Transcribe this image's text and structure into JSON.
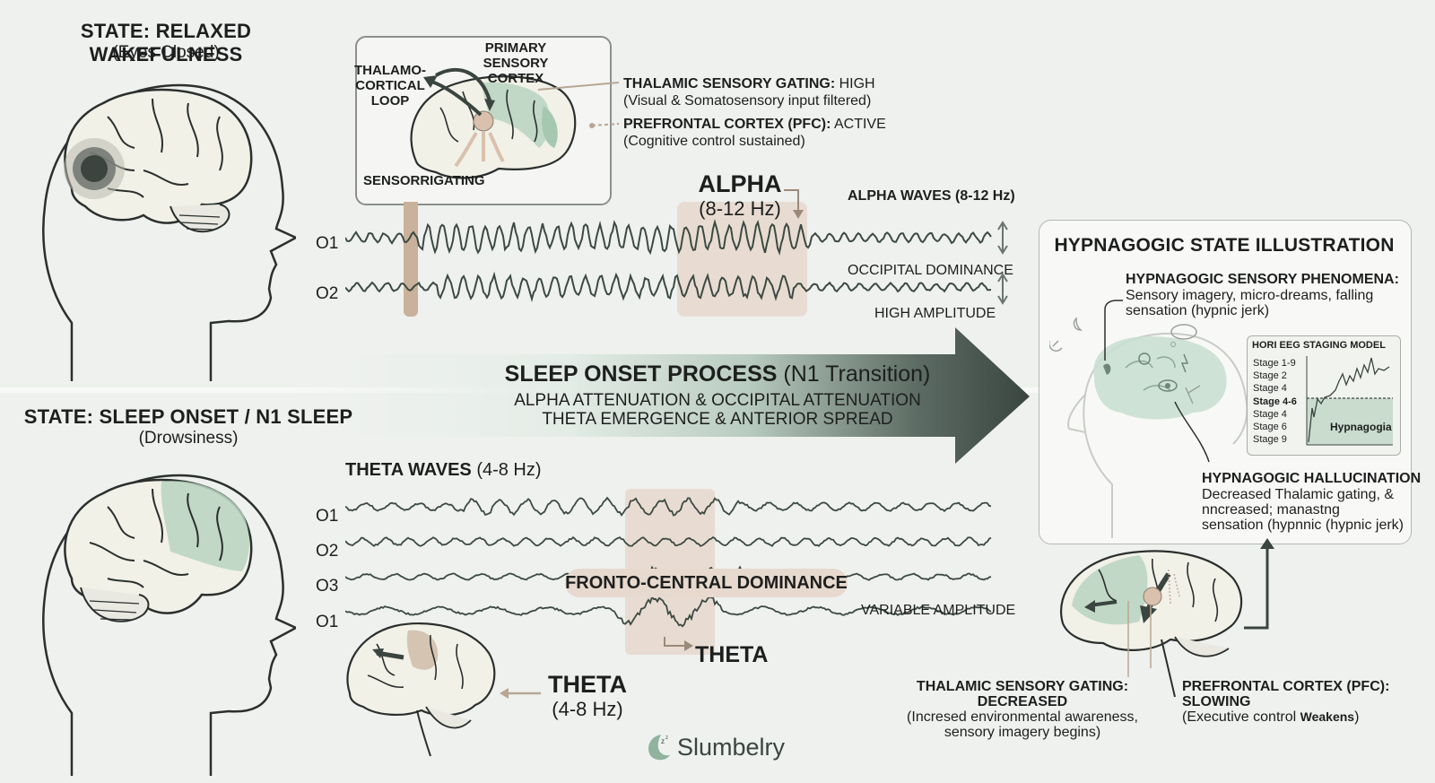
{
  "top_state": {
    "title": "STATE: RELAXED WAKEFULNESS",
    "subtitle": "(Eyes Closed)"
  },
  "inset": {
    "primary_sensory": [
      "PRIMARY SENSORY",
      "CORTEX"
    ],
    "thalamo_loop": [
      "THALAMO-",
      "CORTICAL",
      "LOOP"
    ],
    "sensorrigating": "SENSORRIGATING"
  },
  "gating_high": {
    "label": "THALAMIC SENSORY GATING:",
    "value": "HIGH",
    "note": "(Visual & Somatosensory input filtered)"
  },
  "pfc_active": {
    "label": "PREFRONTAL CORTEX (PFC):",
    "value": "ACTIVE",
    "note": "(Cognitive control sustained)"
  },
  "alpha": {
    "title": "ALPHA",
    "range": "(8-12 Hz)",
    "waves_label": "ALPHA WAVES (8-12 Hz)",
    "channels": [
      "O1",
      "O2"
    ],
    "occipital": "OCCIPITAL DOMINANCE",
    "amplitude": "HIGH AMPLITUDE"
  },
  "transition": {
    "title": "SLEEP ONSET PROCESS",
    "title_suffix": "(N1 Transition)",
    "line1": "ALPHA ATTENUATION & OCCIPITAL ATTENUATION",
    "line2": "THETA EMERGENCE & ANTERIOR SPREAD"
  },
  "bottom_state": {
    "title": "STATE: SLEEP ONSET / N1 SLEEP",
    "subtitle": "(Drowsiness)"
  },
  "theta": {
    "waves_label": "THETA WAVES",
    "waves_range": "(4-8 Hz)",
    "channels": [
      "O1",
      "O2",
      "O3",
      "O1"
    ],
    "fronto": "FRONTO-CENTRAL DOMINANCE",
    "amplitude": "VARIABLE AMPLITUDE",
    "marker": "THETA",
    "title": "THETA",
    "range": "(4-8 Hz)"
  },
  "hypnagogic": {
    "title": "HYPNAGOGIC STATE ILLUSTRATION",
    "phen_title": "HYPNAGOGIC SENSORY PHENOMENA:",
    "phen_text": [
      "Sensory imagery, micro-dreams, falling",
      "sensation (hypnic jerk)"
    ],
    "hori_title": "HORI EEG STAGING MODEL",
    "hori_stages": [
      "Stage 1-9",
      "Stage 2",
      "Stage 4",
      "Stage 4-6",
      "Stage 4",
      "Stage 6",
      "Stage 9"
    ],
    "hori_label": "Hypnagogia",
    "hall_title": "HYPNAGOGIC HALLUCINATION",
    "hall_text": [
      "Decreased Thalamic gating, &",
      "nncreased; manastng",
      "sensation (hypnnic (hypnic jerk)"
    ]
  },
  "gating_decreased": {
    "label": "THALAMIC SENSORY GATING:",
    "value": "DECREASED",
    "note": [
      "(Incresed environmental awareness,",
      "sensory imagery begins)"
    ]
  },
  "pfc_slowing": {
    "label": "PREFRONTAL CORTEX (PFC):",
    "value": "SLOWING",
    "note": "(Executive control",
    "note_bold": "Weakens",
    "note_end": ")"
  },
  "brand": {
    "name": "Slumbelry",
    "icon": "moon-icon"
  },
  "colors": {
    "background": "#eef1ee",
    "brain_fill": "#f1f1e8",
    "brain_green": "#b9d4c0",
    "highlight": "#e7d9ce",
    "arrow_dark": "#3a4540",
    "wave": "#3c4a42"
  }
}
